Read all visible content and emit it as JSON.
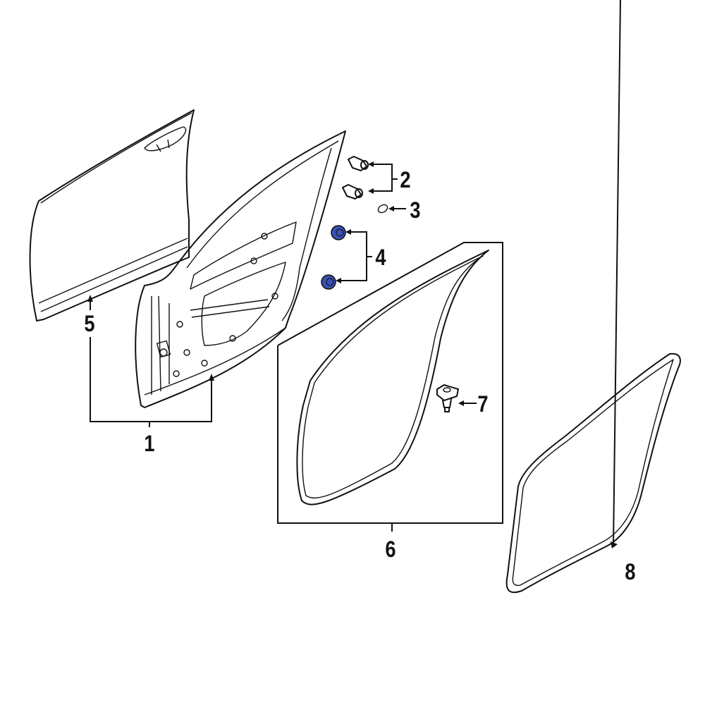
{
  "diagram": {
    "type": "exploded parts diagram",
    "subject": "Front door shell and weatherstrips",
    "accent_color": "#3a50b4",
    "line_color": "#111111",
    "background": "#ffffff"
  },
  "callouts": [
    {
      "id": "1",
      "label": "1",
      "part": "door-shell"
    },
    {
      "id": "2",
      "label": "2",
      "part": "door-bumper-pair"
    },
    {
      "id": "3",
      "label": "3",
      "part": "o-ring"
    },
    {
      "id": "4",
      "label": "4",
      "part": "clip-pair-blue"
    },
    {
      "id": "5",
      "label": "5",
      "part": "outer-door-panel"
    },
    {
      "id": "6",
      "label": "6",
      "part": "door-weatherstrip-kit"
    },
    {
      "id": "7",
      "label": "7",
      "part": "weatherstrip-retainer"
    },
    {
      "id": "8",
      "label": "8",
      "part": "body-side-weatherstrip"
    }
  ]
}
